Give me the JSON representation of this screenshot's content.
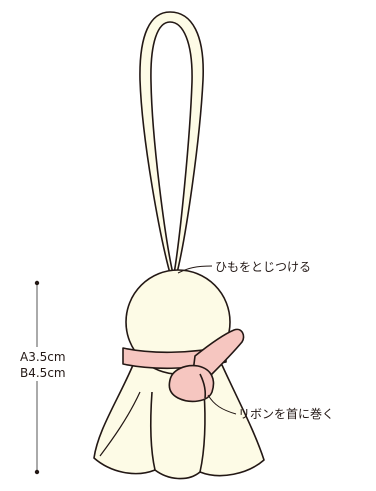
{
  "annotations": {
    "string_note": "ひもをとじつける",
    "ribbon_note": "リボンを首に巻く"
  },
  "size": {
    "a": "A3.5cm",
    "b": "B4.5cm"
  },
  "colors": {
    "body_fill": "#fdfbe6",
    "ribbon_fill": "#f6c6c0",
    "outline": "#231815",
    "guide_line": "#555555"
  }
}
